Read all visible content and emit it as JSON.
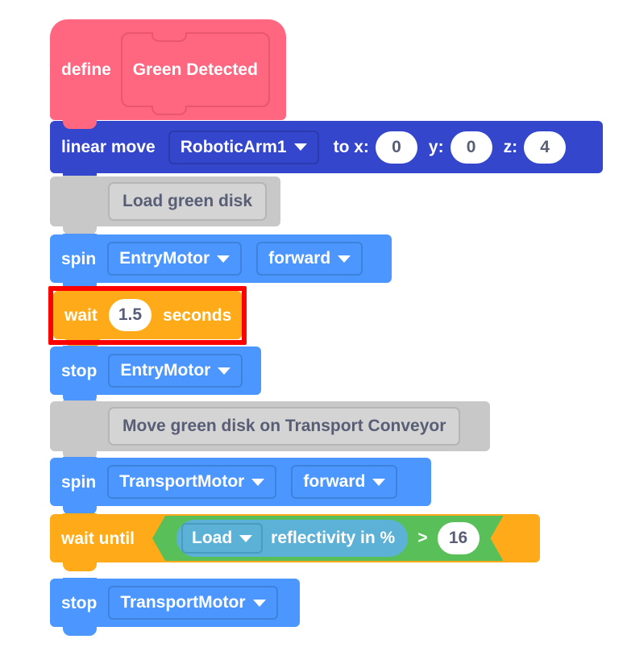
{
  "script": {
    "define": {
      "keyword": "define",
      "procedure_name": "Green Detected"
    },
    "blocks": [
      {
        "id": "linear-move",
        "label": "linear move",
        "target": "RoboticArm1",
        "to_label": "to x:",
        "x_value": "0",
        "y_label": "y:",
        "y_value": "0",
        "z_label": "z:",
        "z_value": "4"
      },
      {
        "id": "comment-1",
        "text": "Load green disk"
      },
      {
        "id": "spin-1",
        "label": "spin",
        "motor": "EntryMotor",
        "direction": "forward"
      },
      {
        "id": "wait-1",
        "label": "wait",
        "value": "1.5",
        "unit": "seconds",
        "highlighted": true
      },
      {
        "id": "stop-1",
        "label": "stop",
        "motor": "EntryMotor"
      },
      {
        "id": "comment-2",
        "text": "Move green disk on Transport Conveyor"
      },
      {
        "id": "spin-2",
        "label": "spin",
        "motor": "TransportMotor",
        "direction": "forward"
      },
      {
        "id": "wait-until-1",
        "label": "wait until",
        "sensor_target": "Load",
        "sensor_property": "reflectivity in %",
        "operator": ">",
        "threshold": "16"
      },
      {
        "id": "stop-2",
        "label": "stop",
        "motor": "TransportMotor"
      }
    ]
  },
  "colors": {
    "define_pink": "#FF6680",
    "linear_move_blue": "#3446CC",
    "motor_blue": "#4C97FF",
    "control_orange": "#FFAB19",
    "operator_green": "#59C059",
    "sensing_teal": "#5CB1D6",
    "comment_gray": "#C8C8C8",
    "highlight_red": "#FF0000",
    "field_text": "#575E75"
  },
  "icons": {
    "dropdown": "chevron-down-icon"
  }
}
